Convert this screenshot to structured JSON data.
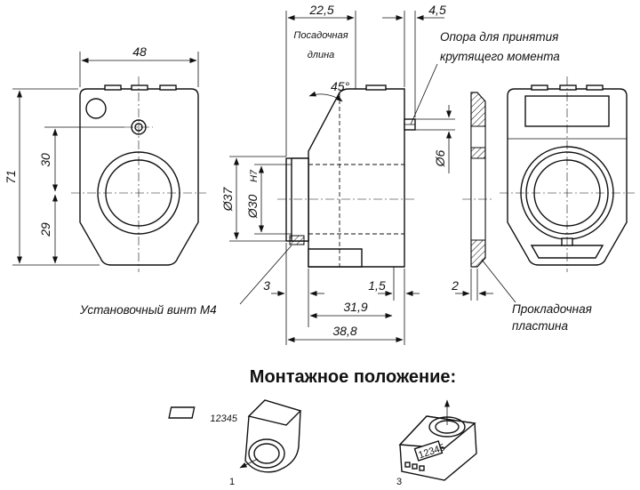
{
  "dimensions": {
    "width_48": "48",
    "height_71": "71",
    "upper_30": "30",
    "lower_29": "29",
    "depth_22_5": "22,5",
    "pin_4_5": "4,5",
    "bore_37": "Ø37",
    "bore_30": "Ø30",
    "tolerance": "H7",
    "pin_6": "Ø6",
    "angle_45": "45°",
    "collar_3": "3",
    "offset_1_5": "1,5",
    "len_31_9": "31,9",
    "len_38_8": "38,8",
    "plate_2": "2"
  },
  "labels": {
    "fit_length_line1": "Посадочная",
    "fit_length_line2": "длина",
    "torque_support_line1": "Опора для принятия",
    "torque_support_line2": "крутящего момента",
    "set_screw": "Установочный винт М4",
    "spacer_line1": "Прокладочная",
    "spacer_line2": "пластина"
  },
  "mounting": {
    "title": "Монтажное положение:",
    "position_1": "1",
    "position_3": "3",
    "display_1": "12345",
    "display_3": "12345"
  }
}
